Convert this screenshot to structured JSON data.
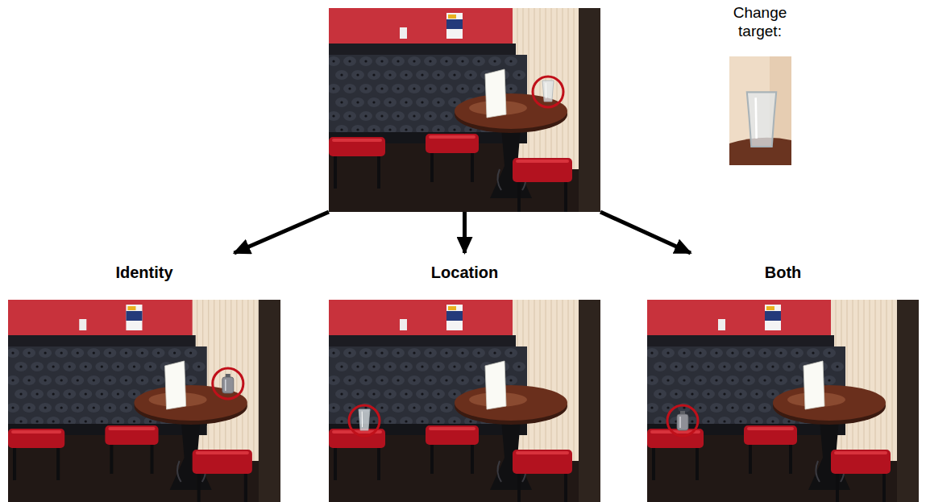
{
  "diagram": {
    "nodes": [
      {
        "text": []
      },
      {
        "text": [
          "Change target:"
        ]
      },
      {
        "text": [
          "Identity"
        ]
      },
      {
        "text": [
          "Location"
        ]
      },
      {
        "text": [
          "Both"
        ]
      }
    ],
    "edges": [
      {
        "from": 0,
        "to": 2,
        "arrow": "to"
      },
      {
        "from": 0,
        "to": 3,
        "arrow": "to"
      },
      {
        "from": 0,
        "to": 4,
        "arrow": "to"
      }
    ]
  }
}
